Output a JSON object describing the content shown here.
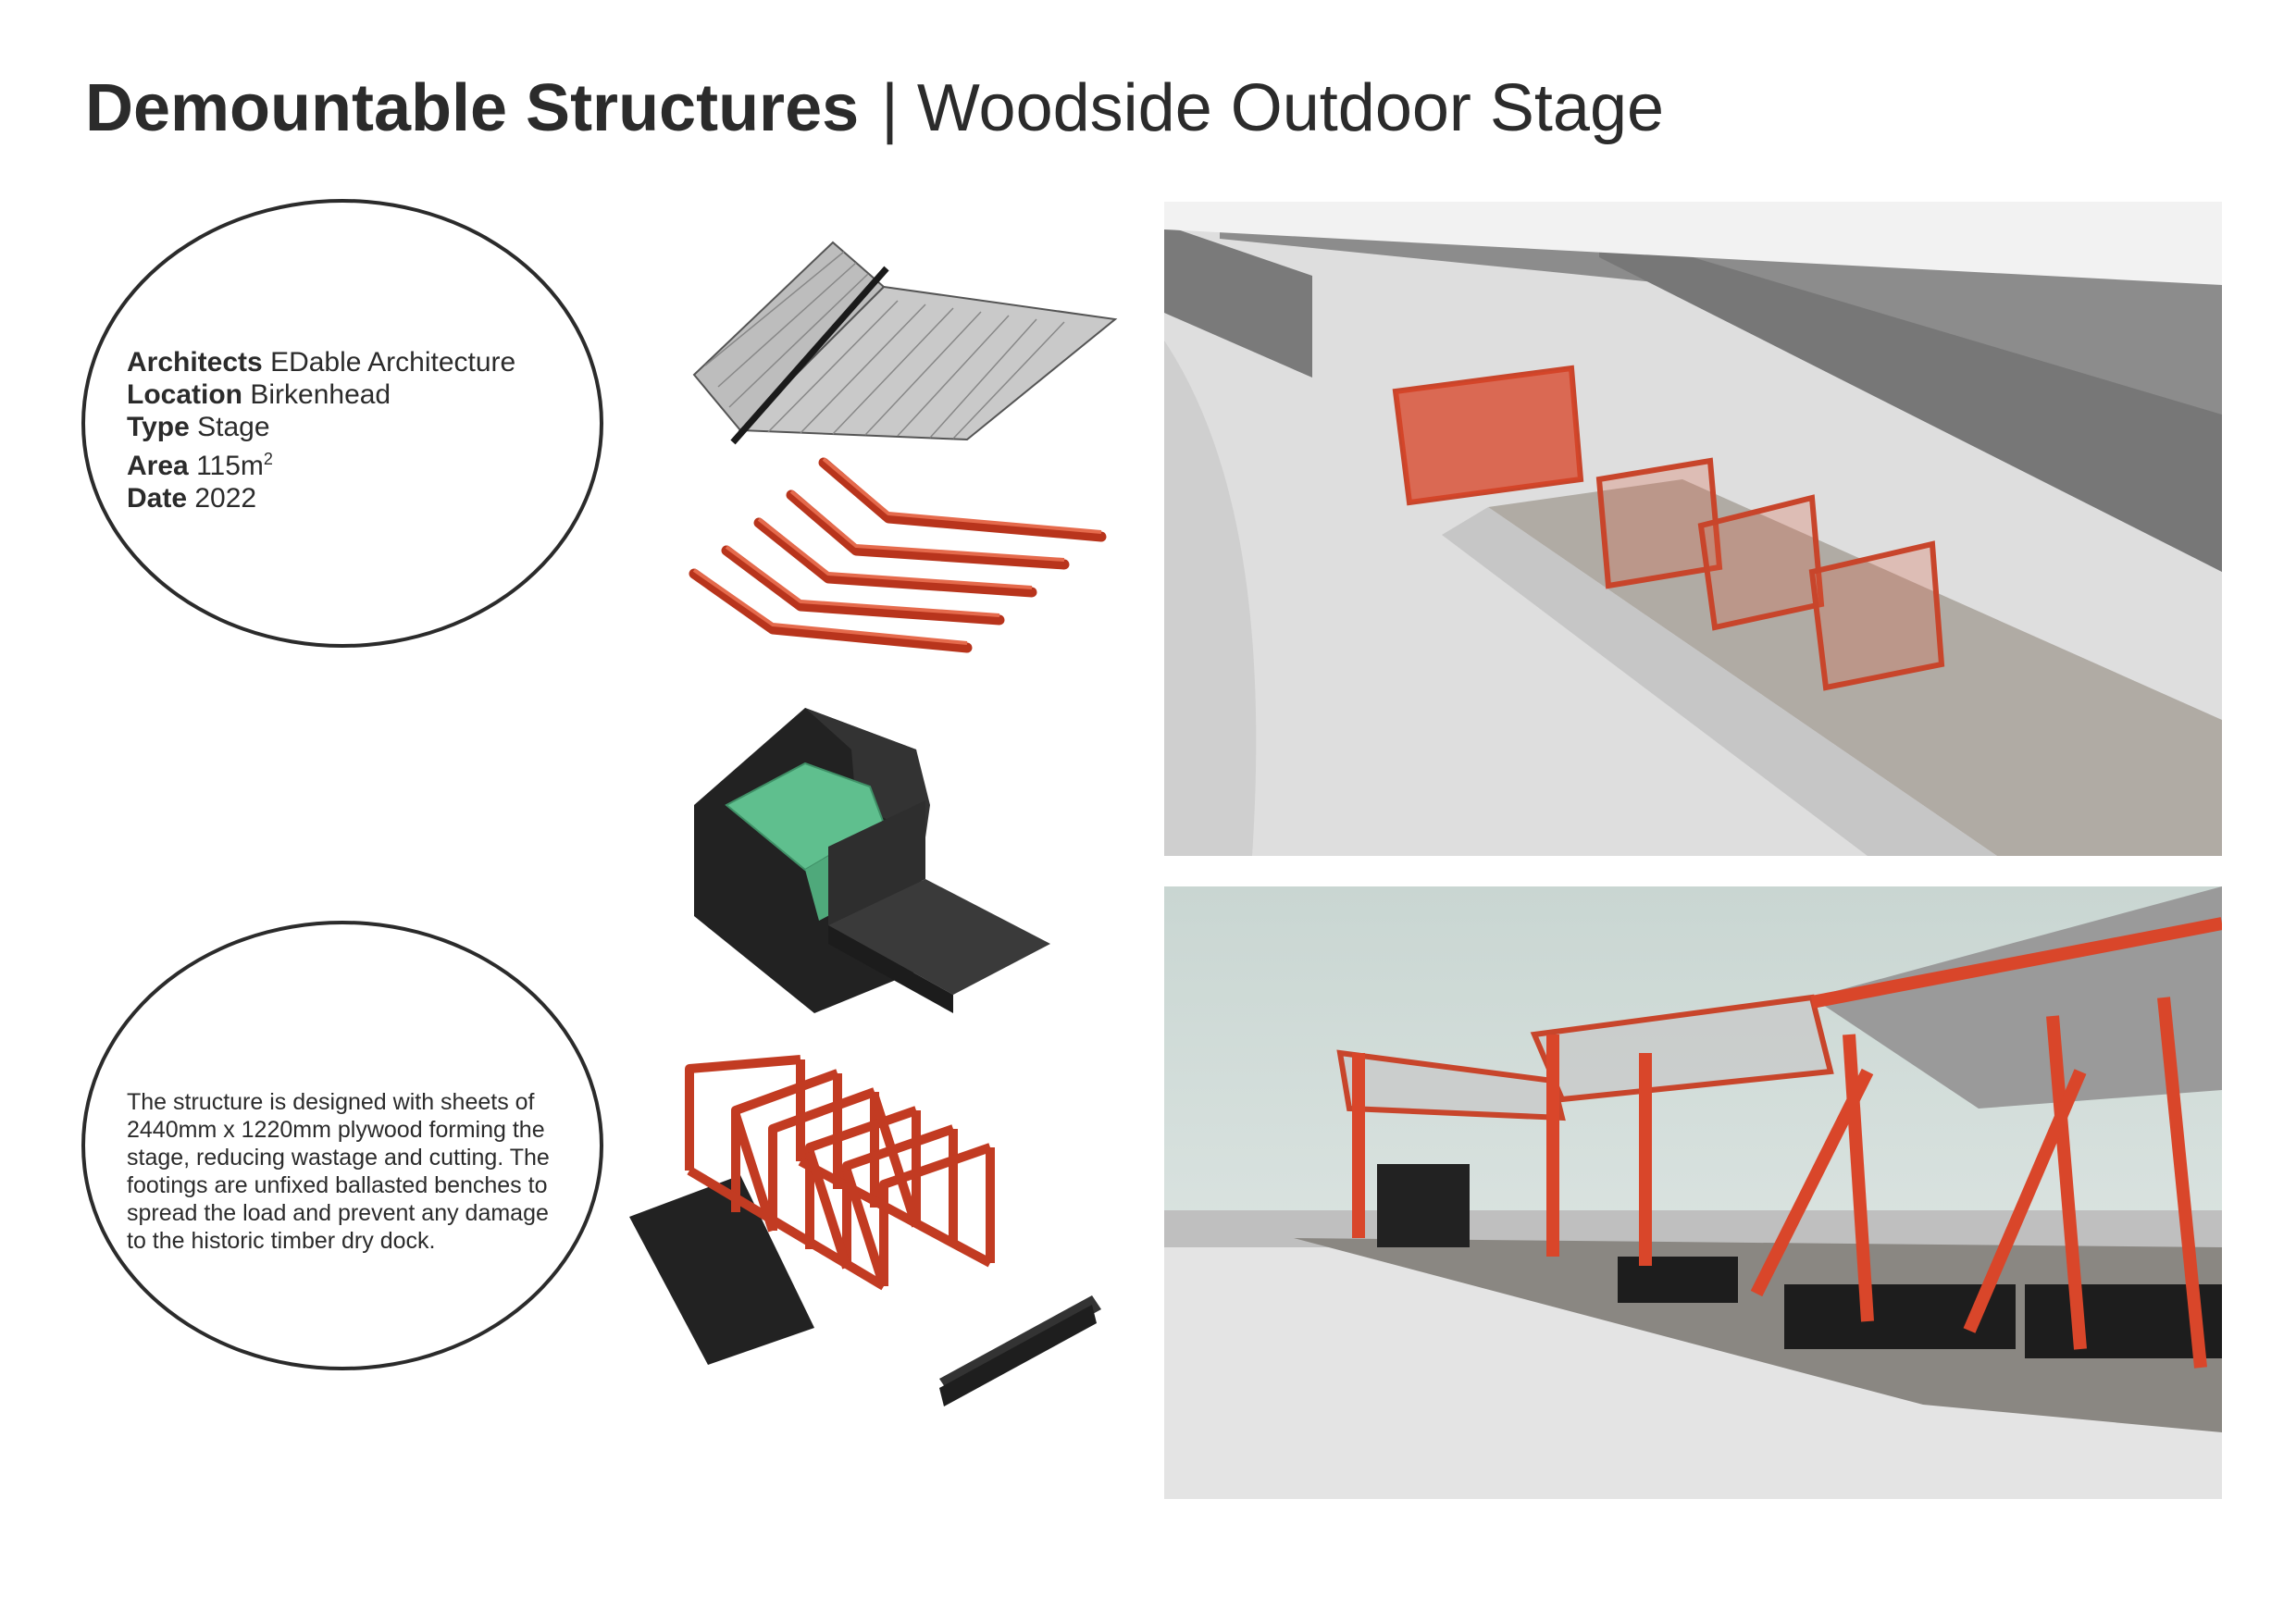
{
  "title": {
    "bold": "Demountable Structures",
    "light": "| Woodside Outdoor Stage"
  },
  "info": {
    "architects_label": "Architects",
    "architects_value": "EDable Architecture",
    "location_label": "Location",
    "location_value": "Birkenhead",
    "type_label": "Type",
    "type_value": "Stage",
    "area_label": "Area",
    "area_value": "115m",
    "area_unit_sup": "2",
    "date_label": "Date",
    "date_value": "2022"
  },
  "description": "The structure is designed with sheets of 2440mm x 1220mm plywood forming the stage, reducing wastage and cutting. The footings are unfixed ballasted benches to spread the load and prevent any damage to the historic timber dry dock.",
  "colors": {
    "timber_red": "#d9462a",
    "seat_green": "#5fbf8e",
    "roof_grey": "#9a9a9a",
    "dark_plinth": "#2a2a2a",
    "text": "#2b2b2b"
  }
}
